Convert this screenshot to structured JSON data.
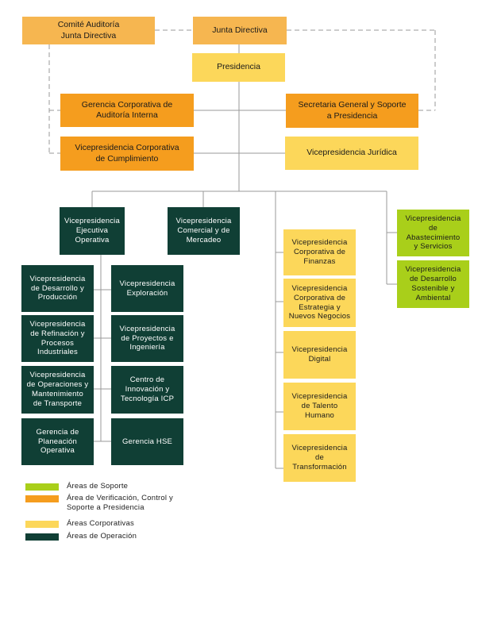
{
  "colors": {
    "soporte": "#a9cf1a",
    "verificacion": "#f59d1e",
    "corporativas": "#fcd75a",
    "operacion": "#103f35",
    "line": "#9a9a9a"
  },
  "top": {
    "comite": "Comité Auditoría\nJunta Directiva",
    "junta": "Junta Directiva",
    "presidencia": "Presidencia"
  },
  "control": {
    "auditoria": "Gerencia  Corporativa de\nAuditoría Interna",
    "secretaria": "Secretaria General y Soporte\na Presidencia",
    "cumplimiento": "Vicepresidencia Corporativa\nde Cumplimiento",
    "juridica": "Vicepresidencia Jurídica"
  },
  "operacion": {
    "ejecutiva": "Vicepresidencia\nEjecutiva\nOperativa",
    "comercial": "Vicepresidencia\nComercial y de\nMercadeo",
    "desarrollo_produccion": "Vicepresidencia\nde Desarrollo y\nProducción",
    "exploracion": "Vicepresidencia\nExploración",
    "refinacion": "Vicepresidencia\nde Refinación y\nProcesos\nIndustriales",
    "proyectos": "Vicepresidencia\nde Proyectos e\nIngeniería",
    "transporte": "Vicepresidencia\nde Operaciones y\nMantenimiento\nde Transporte",
    "icp": "Centro de\nInnovación y\nTecnología ICP",
    "planeacion": "Gerencia de\nPlaneación\nOperativa",
    "hse": "Gerencia HSE"
  },
  "corporativas": {
    "finanzas": "Vicepresidencia\nCorporativa de\nFinanzas",
    "estrategia": "Vicepresidencia\nCorporativa de\nEstrategia y\nNuevos Negocios",
    "digital": "Vicepresidencia\nDigital",
    "talento": "Vicepresidencia\nde Talento\nHumano",
    "transformacion": "Vicepresidencia\nde\nTransformación"
  },
  "soporte": {
    "abastecimiento": "Vicepresidencia\nde\nAbastecimiento\ny  Servicios",
    "sostenible": "Vicepresidencia\nde Desarrollo\nSostenible y\nAmbiental"
  },
  "legend": [
    {
      "label": "Áreas de Soporte",
      "color": "#a9cf1a"
    },
    {
      "label": "Área de Verificación, Control y\nSoporte a Presidencia",
      "color": "#f59d1e"
    },
    {
      "label": "Áreas Corporativas",
      "color": "#fcd75a"
    },
    {
      "label": "Áreas de Operación",
      "color": "#103f35"
    }
  ]
}
